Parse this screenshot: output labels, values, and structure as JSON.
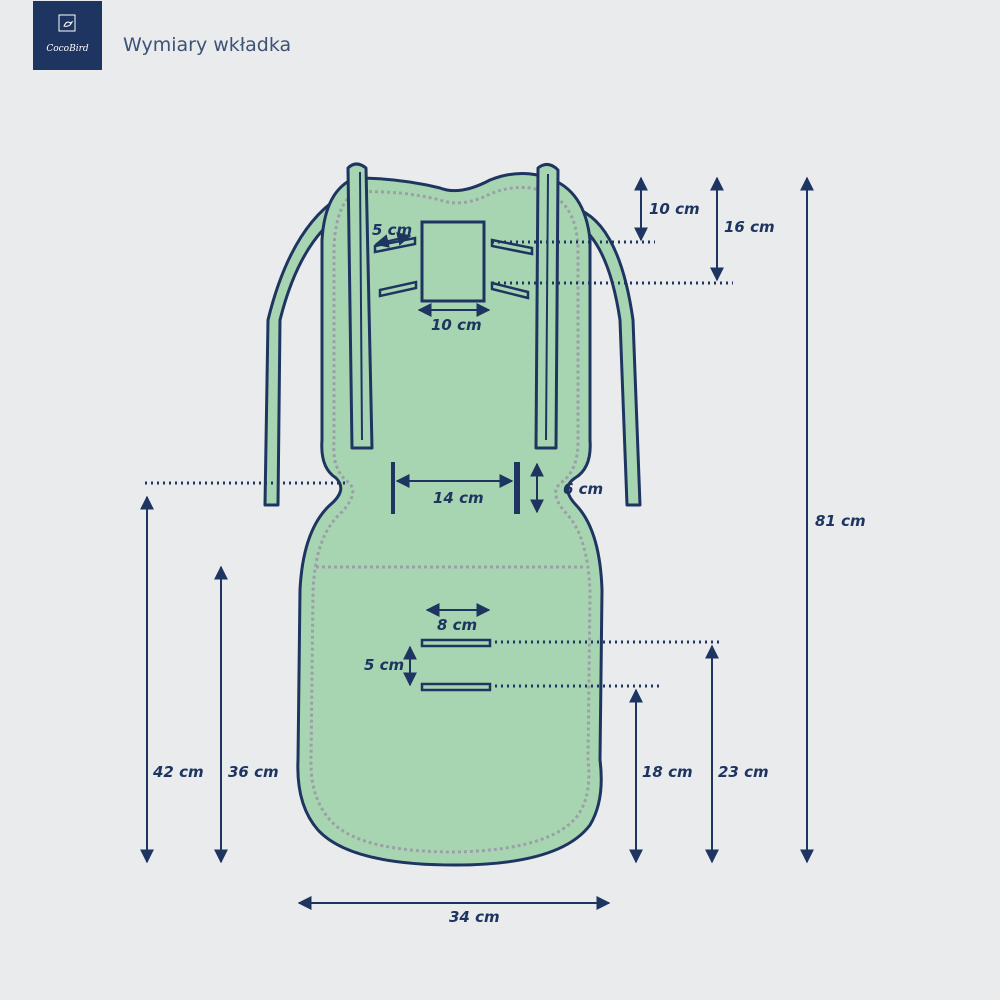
{
  "brand": {
    "logo_text": "CocoBird"
  },
  "title": "Wymiary wkładka",
  "dimensions": {
    "strap_slot_width": "5 cm",
    "head_panel_width": "10 cm",
    "top_to_upper_slots": "10 cm",
    "top_to_lower_slots": "16 cm",
    "total_length": "81 cm",
    "waist_slot_spacing": "14 cm",
    "waist_slot_length": "6 cm",
    "bottom_slot_width": "8 cm",
    "bottom_slot_spacing": "5 cm",
    "waist_height": "42 cm",
    "seam_height": "36 cm",
    "lower_slot_height": "18 cm",
    "upper_slot_height": "23 cm",
    "bottom_width": "34 cm"
  },
  "colors": {
    "background": "#e9ebec",
    "fabric_fill": "#a8d5b1",
    "outline": "#1e3561",
    "stitching": "#9aa0a6"
  }
}
